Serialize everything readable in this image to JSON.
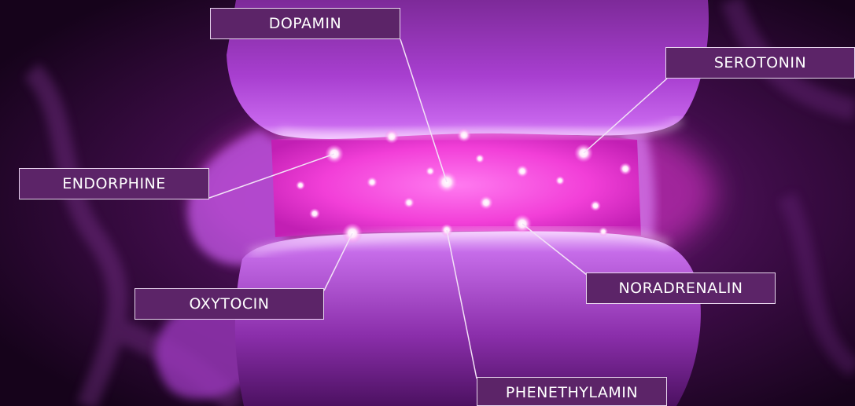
{
  "labels": {
    "dopamin": "DOPAMIN",
    "serotonin": "SEROTONIN",
    "endorphine": "ENDORPHINE",
    "oxytocin": "OXYTOCIN",
    "noradrenalin": "NORADRENALIN",
    "phenethylamin": "PHENETHYLAMIN"
  },
  "colors": {
    "label_fill": "#5c2468",
    "label_border": "#e8d6ee",
    "glow": "#ff4fe6",
    "neuron": "#a33bc4"
  }
}
